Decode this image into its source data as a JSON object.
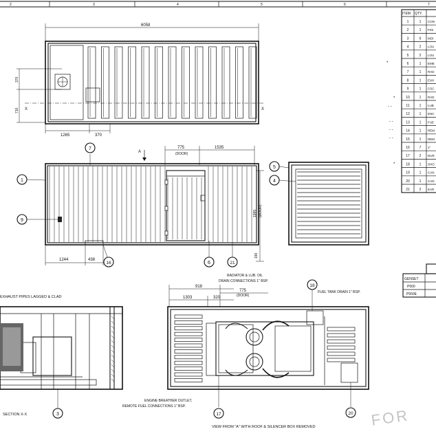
{
  "frame": {
    "column_numbers": [
      "2",
      "3",
      "4",
      "5",
      "6",
      "7"
    ]
  },
  "plan_view": {
    "dim_overall": "6058",
    "dim_left": "1265",
    "dim_mid": "370",
    "dim_v1": "370",
    "dim_v2": "710",
    "section_mark": "X"
  },
  "side_view": {
    "dim_top_a": "775",
    "dim_top_a_sub": "(DOOR)",
    "dim_top_b": "1535",
    "dim_bottom_a": "1244",
    "dim_bottom_b": "438",
    "dim_height": "1985",
    "dim_height_sub": "(DOOR)",
    "dim_base": "190",
    "view_arrow": "A"
  },
  "callouts": [
    "1",
    "3",
    "4",
    "5",
    "6",
    "7",
    "9",
    "16",
    "17",
    "18",
    "20",
    "21"
  ],
  "section_view": {
    "note": "EXHAUST PIPES LAGGED & CLAD",
    "caption": "SECTION X-X"
  },
  "top_view": {
    "note_radiator_1": "RADIATOR & LUB. OIL",
    "note_radiator_2": "DRAIN CONNECTIONS 1\" BSP.",
    "note_fuel_drain": "FUEL TANK DRAIN 1\" BSP.",
    "note_breather_1": "ENGINE BREATHER OUTLET,",
    "note_breather_2": "REMOTE FUEL CONNECTIONS 1\" BSP.",
    "dim_918": "918",
    "dim_1303": "1303",
    "dim_320": "320",
    "dim_775": "775",
    "dim_775_sub": "(DOOR)",
    "caption": "VIEW FROM \"A\" WITH ROOF & SILENCER BOX REMOVED"
  },
  "parts_table": {
    "headers": [
      "ITEM",
      "QTY."
    ],
    "rows": [
      {
        "item": "1",
        "qty": "1",
        "desc": "CON"
      },
      {
        "item": "2",
        "qty": "1",
        "desc": "P45"
      },
      {
        "item": "3",
        "qty": "6",
        "desc": "MOI"
      },
      {
        "item": "4",
        "qty": "2",
        "desc": "LOU"
      },
      {
        "item": "5",
        "qty": "2",
        "desc": "LOU"
      },
      {
        "item": "6",
        "qty": "1",
        "desc": "EME"
      },
      {
        "item": "7",
        "qty": "1",
        "desc": "RAD"
      },
      {
        "item": "8",
        "qty": "1",
        "desc": "EXH"
      },
      {
        "item": "9",
        "qty": "1",
        "desc": "CSC"
      },
      {
        "item": "10",
        "qty": "1",
        "desc": "RAD"
      },
      {
        "item": "11",
        "qty": "1",
        "desc": "LUB"
      },
      {
        "item": "12",
        "qty": "1",
        "desc": "ENC"
      },
      {
        "item": "13",
        "qty": "1",
        "desc": "FUE"
      },
      {
        "item": "14",
        "qty": "1",
        "desc": "REM"
      },
      {
        "item": "15",
        "qty": "1",
        "desc": "REM"
      },
      {
        "item": "16",
        "qty": "7",
        "desc": "1\""
      },
      {
        "item": "17",
        "qty": "2",
        "desc": "DUR"
      },
      {
        "item": "18",
        "qty": "1",
        "desc": "SHO"
      },
      {
        "item": "19",
        "qty": "1",
        "desc": "CAN"
      },
      {
        "item": "20",
        "qty": "1",
        "desc": "CAN"
      },
      {
        "item": "21",
        "qty": "2",
        "desc": "EAR"
      }
    ]
  },
  "genset_table": {
    "header": "GENSET",
    "rows": [
      "P500",
      "P550E"
    ]
  },
  "watermark": "FOR"
}
